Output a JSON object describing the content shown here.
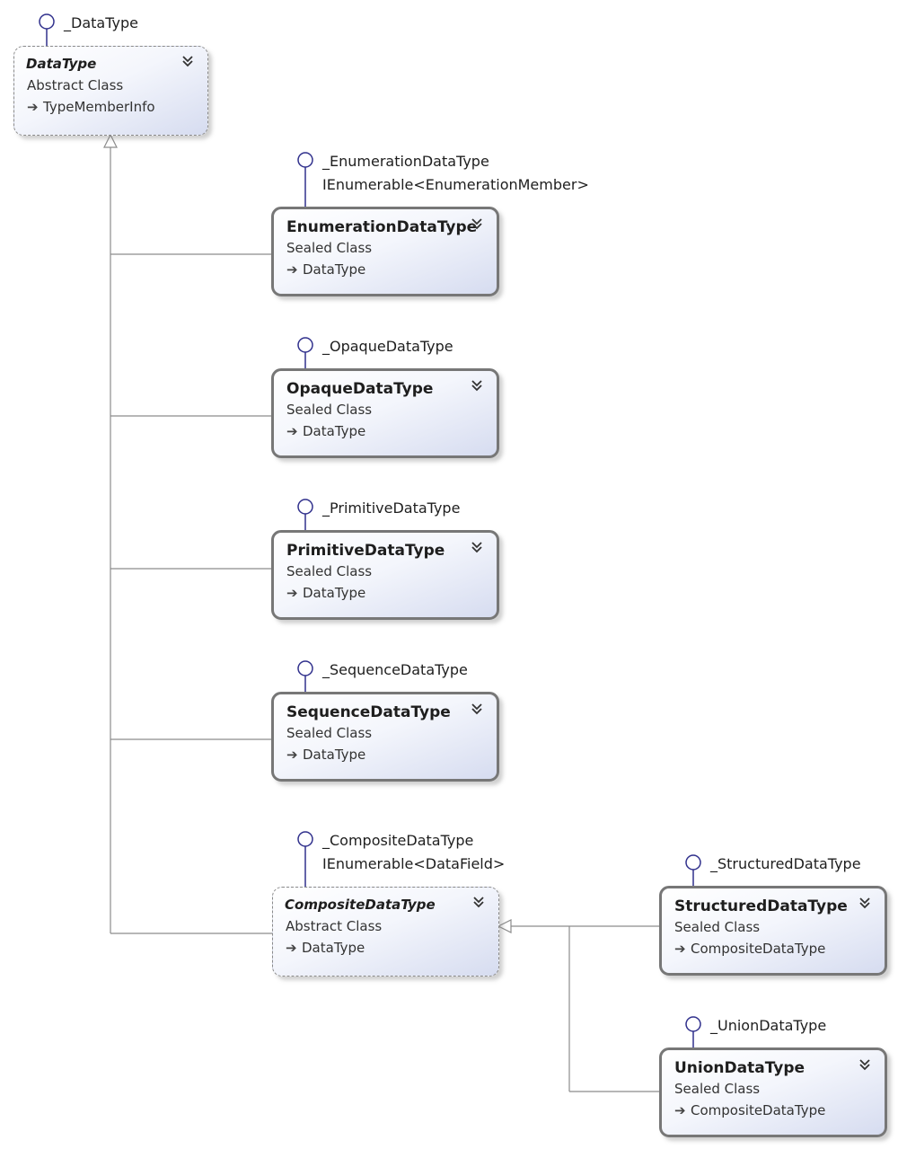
{
  "nodes": {
    "datatype": {
      "interfaces": [
        "_DataType"
      ],
      "name": "DataType",
      "kind": "Abstract Class",
      "base": "TypeMemberInfo"
    },
    "enumeration": {
      "interfaces": [
        "_EnumerationDataType",
        "IEnumerable<EnumerationMember>"
      ],
      "name": "EnumerationDataType",
      "kind": "Sealed Class",
      "base": "DataType"
    },
    "opaque": {
      "interfaces": [
        "_OpaqueDataType"
      ],
      "name": "OpaqueDataType",
      "kind": "Sealed Class",
      "base": "DataType"
    },
    "primitive": {
      "interfaces": [
        "_PrimitiveDataType"
      ],
      "name": "PrimitiveDataType",
      "kind": "Sealed Class",
      "base": "DataType"
    },
    "sequence": {
      "interfaces": [
        "_SequenceDataType"
      ],
      "name": "SequenceDataType",
      "kind": "Sealed Class",
      "base": "DataType"
    },
    "composite": {
      "interfaces": [
        "_CompositeDataType",
        "IEnumerable<DataField>"
      ],
      "name": "CompositeDataType",
      "kind": "Abstract Class",
      "base": "DataType"
    },
    "structured": {
      "interfaces": [
        "_StructuredDataType"
      ],
      "name": "StructuredDataType",
      "kind": "Sealed Class",
      "base": "CompositeDataType"
    },
    "union": {
      "interfaces": [
        "_UnionDataType"
      ],
      "name": "UnionDataType",
      "kind": "Sealed Class",
      "base": "CompositeDataType"
    }
  },
  "colors": {
    "line": "#8c8c8c",
    "lollipop": "#30308c",
    "sealed_border": "#777777",
    "abstract_border": "#8a8a8a",
    "fill_light": "#ffffff",
    "fill_dark": "#d6dcf0"
  },
  "icons": {
    "collapse": "double-chevron-down-icon",
    "inherits": "arrow-right-icon",
    "interface": "lollipop-circle-icon"
  }
}
